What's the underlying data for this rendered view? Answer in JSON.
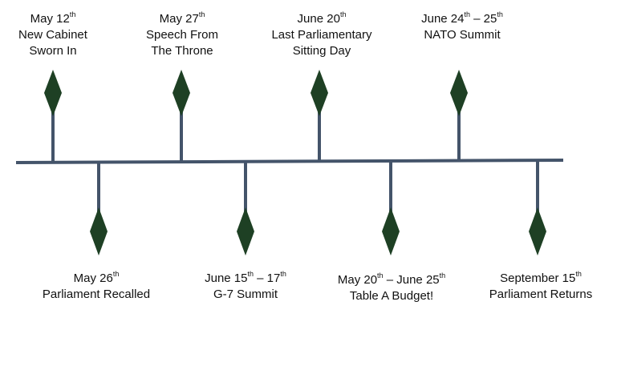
{
  "colors": {
    "axis": "#44546a",
    "marker": "#1e4024",
    "text": "#111111"
  },
  "events": [
    {
      "id": "new-cabinet",
      "side": "above",
      "date": [
        [
          "May 12",
          ""
        ],
        [
          "th",
          "sup"
        ]
      ],
      "title": [
        "New Cabinet",
        "Sworn In"
      ]
    },
    {
      "id": "parliament-recalled",
      "side": "below",
      "date": [
        [
          "May 26",
          ""
        ],
        [
          "th",
          "sup"
        ]
      ],
      "title": [
        "Parliament Recalled"
      ]
    },
    {
      "id": "speech-from-throne",
      "side": "above",
      "date": [
        [
          "May 27",
          ""
        ],
        [
          "th",
          "sup"
        ]
      ],
      "title": [
        "Speech From",
        "The Throne"
      ]
    },
    {
      "id": "g7-summit",
      "side": "below",
      "date": [
        [
          "June 15",
          ""
        ],
        [
          "th",
          "sup"
        ],
        [
          " – 17",
          ""
        ],
        [
          "th",
          "sup"
        ]
      ],
      "title": [
        "G-7 Summit"
      ]
    },
    {
      "id": "last-sitting-day",
      "side": "above",
      "date": [
        [
          "June 20",
          ""
        ],
        [
          "th",
          "sup"
        ]
      ],
      "title": [
        "Last Parliamentary",
        "Sitting Day"
      ]
    },
    {
      "id": "table-budget",
      "side": "below",
      "date": [
        [
          "May 20",
          ""
        ],
        [
          "th",
          "sup"
        ],
        [
          " – June 25",
          ""
        ],
        [
          "th",
          "sup"
        ]
      ],
      "title": [
        "Table A Budget!"
      ]
    },
    {
      "id": "nato-summit",
      "side": "above",
      "date": [
        [
          "June 24",
          ""
        ],
        [
          "th",
          "sup"
        ],
        [
          " – 25",
          ""
        ],
        [
          "th",
          "sup"
        ]
      ],
      "title": [
        "NATO Summit"
      ]
    },
    {
      "id": "parliament-returns",
      "side": "below",
      "date": [
        [
          "September 15",
          ""
        ],
        [
          "th",
          "sup"
        ]
      ],
      "title": [
        "Parliament Returns"
      ]
    }
  ]
}
